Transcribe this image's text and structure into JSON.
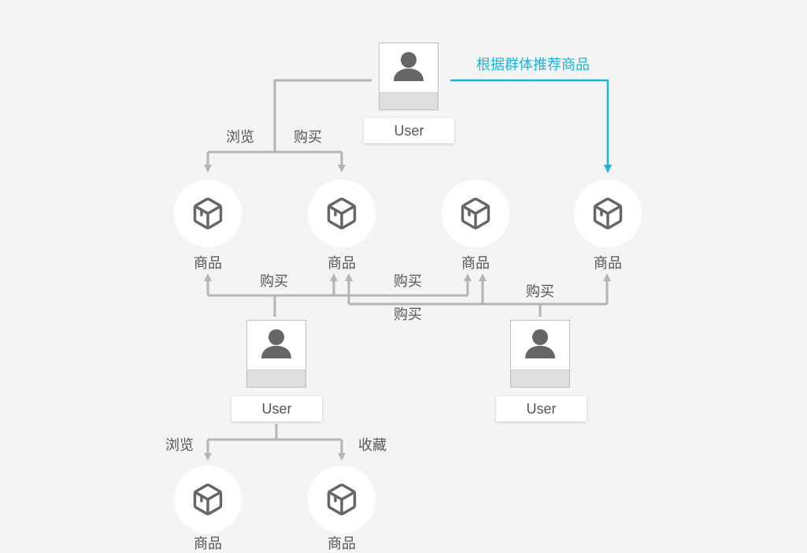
{
  "colors": {
    "background": "#f4f4f4",
    "connector": "#b5b5b5",
    "accent": "#1cb4d8",
    "icon": "#666666",
    "text": "#555555"
  },
  "users": {
    "top": {
      "label": "User",
      "icon": "user-icon"
    },
    "bottom_left": {
      "label": "User",
      "icon": "user-icon"
    },
    "bottom_right": {
      "label": "User",
      "icon": "user-icon"
    }
  },
  "products": {
    "row1": [
      {
        "label": "商品",
        "icon": "package-icon"
      },
      {
        "label": "商品",
        "icon": "package-icon"
      },
      {
        "label": "商品",
        "icon": "package-icon"
      },
      {
        "label": "商品",
        "icon": "package-icon"
      }
    ],
    "row2": [
      {
        "label": "商品",
        "icon": "package-icon"
      },
      {
        "label": "商品",
        "icon": "package-icon"
      }
    ]
  },
  "relations": {
    "top_user": {
      "browse": "浏览",
      "buy": "购买",
      "recommend": "根据群体推荐商品"
    },
    "bottom_left_user": {
      "buy": [
        "购买",
        "购买"
      ],
      "browse": "浏览",
      "collect": "收藏"
    },
    "bottom_right_user": {
      "buy": [
        "购买",
        "购买"
      ]
    }
  }
}
